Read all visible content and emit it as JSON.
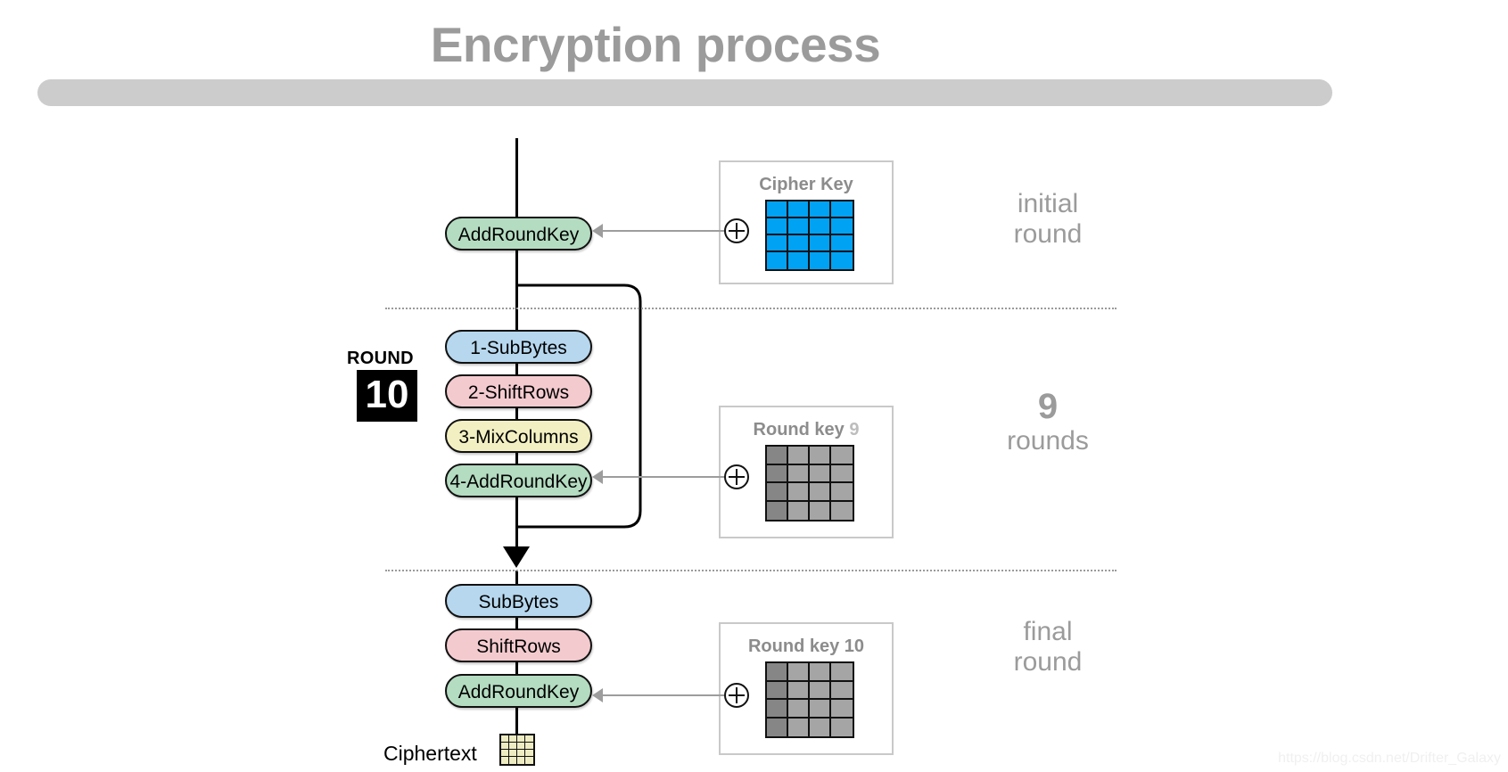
{
  "title": "Encryption process",
  "watermark": "https://blog.csdn.net/Drifter_Galaxy",
  "round_badge": {
    "label": "ROUND",
    "number": "10"
  },
  "initial_round": {
    "stage_label": "AddRoundKey",
    "key_panel_title": "Cipher Key",
    "side_note_line1": "initial",
    "side_note_line2": "round"
  },
  "main_rounds": {
    "stages": [
      {
        "label": "1-SubBytes",
        "color": "#b6d7ee"
      },
      {
        "label": "2-ShiftRows",
        "color": "#f3cbcf"
      },
      {
        "label": "3-MixColumns",
        "color": "#f2f0c2"
      },
      {
        "label": "4-AddRoundKey",
        "color": "#b4dcc1"
      }
    ],
    "key_panel_title": "Round key",
    "key_panel_index": "9",
    "side_note_count": "9",
    "side_note_line2": "rounds"
  },
  "final_round": {
    "stages": [
      {
        "label": "SubBytes",
        "color": "#b6d7ee"
      },
      {
        "label": "ShiftRows",
        "color": "#f3cbcf"
      },
      {
        "label": "AddRoundKey",
        "color": "#b4dcc1"
      }
    ],
    "key_panel_title": "Round key 10",
    "side_note_line1": "final",
    "side_note_line2": "round"
  },
  "output": {
    "label": "Ciphertext"
  },
  "colors": {
    "title_gray": "#9b9b9b",
    "bar_gray": "#cccccc",
    "cipher_key_blue": "#00a2f3",
    "round_key_gray": "#a5a5a5",
    "round_key_gray_dark": "#868686",
    "ciphertext_cream": "#eeecc2",
    "connector_gray": "#9d9d9d"
  },
  "icons": {
    "xor": "xor-circle-icon",
    "arrow": "arrow-head-icon"
  }
}
